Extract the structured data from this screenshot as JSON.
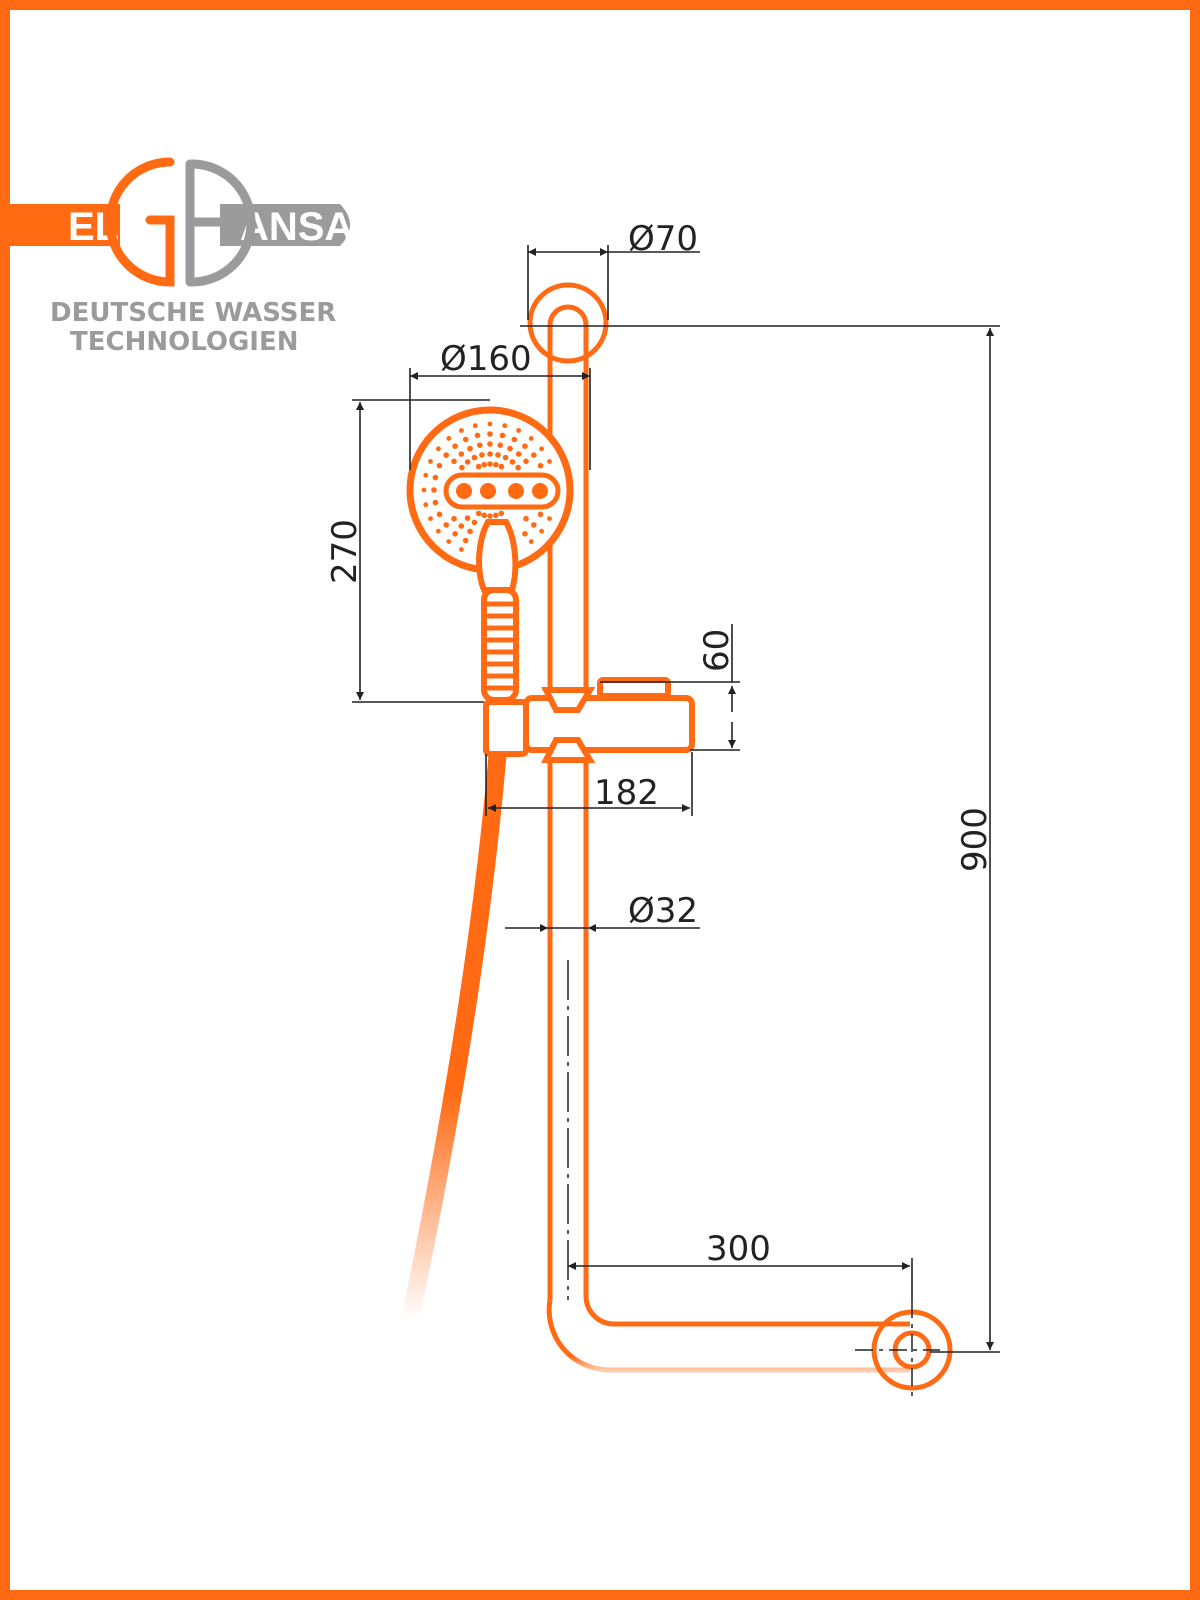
{
  "colors": {
    "brand_orange": "#ff6a13",
    "logo_gray": "#9b9b9b",
    "dimension_line": "#222222",
    "background": "#ffffff"
  },
  "logo": {
    "left_letters": "EL",
    "right_letters": "ANSA",
    "tagline_line1": "DEUTSCHE WASSER",
    "tagline_line2": "TECHNOLOGIEN"
  },
  "dimensions": {
    "rose_diameter": "Ø70",
    "head_diameter": "Ø160",
    "head_height": "270",
    "holder_height": "60",
    "holder_depth": "182",
    "rail_diameter": "Ø32",
    "total_height": "900",
    "bottom_offset": "300"
  }
}
